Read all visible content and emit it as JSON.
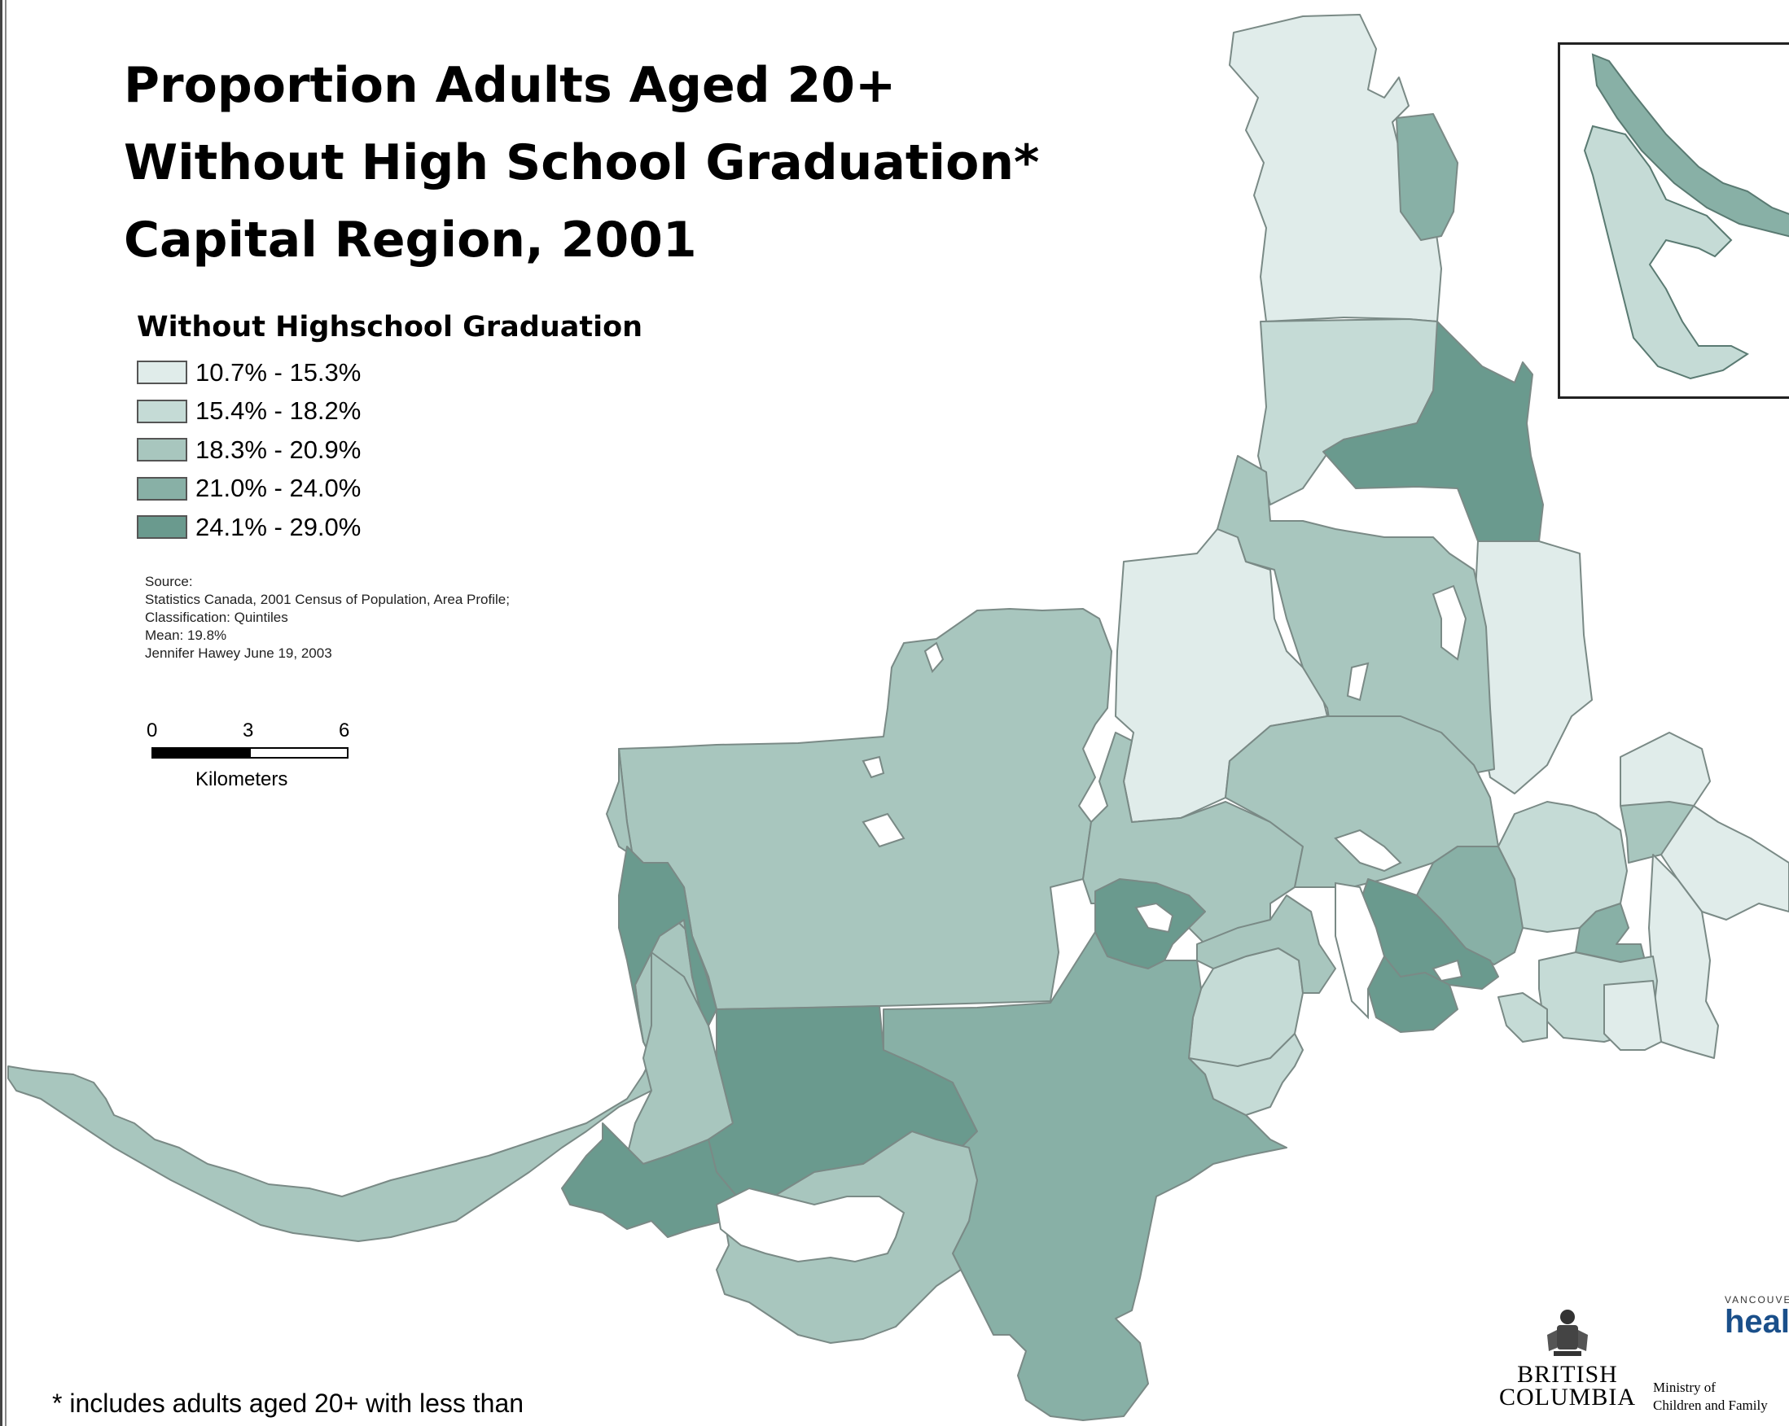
{
  "title_lines": [
    "Proportion Adults Aged 20+",
    "Without High School Graduation*",
    "Capital Region, 2001"
  ],
  "legend": {
    "title": "Without Highschool Graduation",
    "classes": [
      {
        "label": "10.7% - 15.3%",
        "color": "#e0ecea"
      },
      {
        "label": "15.4% - 18.2%",
        "color": "#c5dbd6"
      },
      {
        "label": "18.3% - 20.9%",
        "color": "#a8c6be"
      },
      {
        "label": "21.0% - 24.0%",
        "color": "#88b0a6"
      },
      {
        "label": "24.1% - 29.0%",
        "color": "#6a9a8e"
      }
    ]
  },
  "source": {
    "heading": "Source:",
    "line1": "Statistics Canada, 2001 Census of Population, Area Profile;",
    "line2": "Classification: Quintiles",
    "line3": "Mean: 19.8%",
    "line4": "Jennifer Hawey  June 19, 2003"
  },
  "scale": {
    "ticks": [
      "0",
      "3",
      "6"
    ],
    "unit": "Kilometers"
  },
  "footnote": "* includes adults aged 20+ with less than",
  "logos": {
    "bc_line1": "BRITISH",
    "bc_line2": "COLUMBIA",
    "ministry_line1": "Ministry of",
    "ministry_line2": "Children and Family",
    "health_small": "VANCOUVER",
    "health_big": "healt"
  },
  "colors": {
    "boundary": "#7a8a86",
    "water": "#ffffff"
  }
}
